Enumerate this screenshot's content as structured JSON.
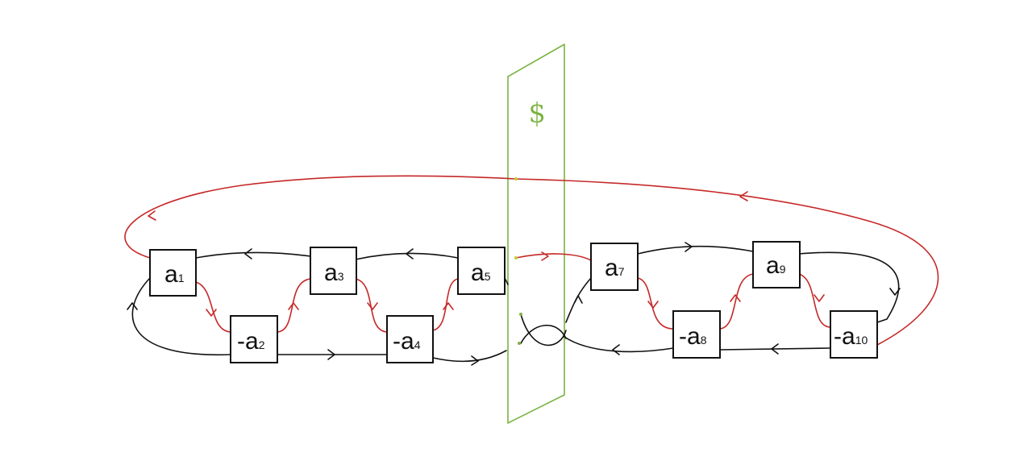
{
  "plane": {
    "label": "S",
    "color": "#7cb342"
  },
  "colors": {
    "black_strand": "#111111",
    "red_strand": "#c62828",
    "plane": "#7cb342"
  },
  "boxes": [
    {
      "id": "a1",
      "sign": "",
      "base": "a",
      "sub": "1"
    },
    {
      "id": "a2",
      "sign": "-",
      "base": "a",
      "sub": "2"
    },
    {
      "id": "a3",
      "sign": "",
      "base": "a",
      "sub": "3"
    },
    {
      "id": "a4",
      "sign": "-",
      "base": "a",
      "sub": "4"
    },
    {
      "id": "a5",
      "sign": "",
      "base": "a",
      "sub": "5"
    },
    {
      "id": "a7",
      "sign": "",
      "base": "a",
      "sub": "7"
    },
    {
      "id": "a8",
      "sign": "-",
      "base": "a",
      "sub": "8"
    },
    {
      "id": "a9",
      "sign": "",
      "base": "a",
      "sub": "9"
    },
    {
      "id": "a10",
      "sign": "-",
      "base": "a",
      "sub": "10"
    }
  ]
}
